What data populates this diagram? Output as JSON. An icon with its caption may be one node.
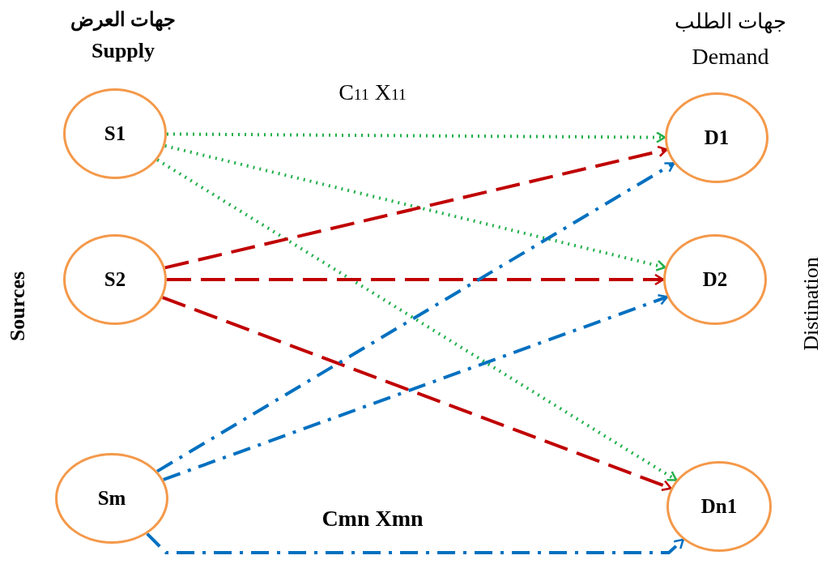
{
  "diagram": {
    "nodes": [
      {
        "text": [
          "S1"
        ]
      },
      {
        "text": [
          "S2"
        ]
      },
      {
        "text": [
          "Sm"
        ]
      },
      {
        "text": [
          "D1"
        ]
      },
      {
        "text": [
          "D2"
        ]
      },
      {
        "text": [
          "Dn1"
        ]
      }
    ],
    "edges": [
      {
        "from": 0,
        "to": 3,
        "arrow": "to",
        "style": "dashed",
        "color": "#22b04b",
        "label": "C$_{11}$ X$_{11}$"
      },
      {
        "from": 0,
        "to": 4,
        "arrow": "to",
        "style": "dashed",
        "color": "#22b04b"
      },
      {
        "from": 0,
        "to": 5,
        "arrow": "to",
        "style": "dashed",
        "color": "#22b04b"
      },
      {
        "from": 1,
        "to": 3,
        "arrow": "to",
        "style": "dashed",
        "color": "#c00000"
      },
      {
        "from": 1,
        "to": 4,
        "arrow": "to",
        "style": "dashed",
        "color": "#c00000"
      },
      {
        "from": 1,
        "to": 5,
        "arrow": "to",
        "style": "dashed",
        "color": "#c00000"
      },
      {
        "from": 2,
        "to": 3,
        "arrow": "to",
        "style": "dashed",
        "color": "#0070c0"
      },
      {
        "from": 2,
        "to": 4,
        "arrow": "to",
        "style": "dashed",
        "color": "#0070c0"
      },
      {
        "from": 2,
        "to": 5,
        "arrow": "to",
        "style": "dashed",
        "color": "#0070c0",
        "label": "Cmn Xmn"
      }
    ],
    "labels": [
      "جهات العرض",
      "Supply",
      "جهات الطلب",
      "Demand",
      "Sources",
      "Distination"
    ]
  }
}
